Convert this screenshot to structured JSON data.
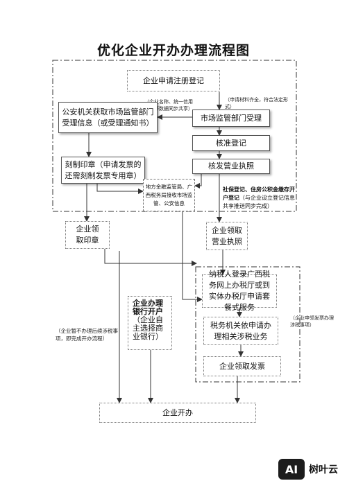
{
  "title": "优化企业开办办理流程图",
  "nodes": {
    "apply": "企业申请注册登记",
    "police_info": "公安机关获取市场监管部门受理信息（或受理通知书）",
    "market_accept": "市场监管部门受理",
    "approve": "核准登记",
    "issue_license": "核发营业执照",
    "seal": "刻制印章（申请发票的还需刻制发票专用章）",
    "finance_receive": "地方金融监管局、广西税务局接收市场监管、公安信息",
    "social_security_bold": "社保登记、住房公积金缴存开户登记",
    "social_security_rest": "（与企业设立登记信息共享推送同步完成）",
    "get_seal": "企业领取印章",
    "get_license": "企业领取营业执照",
    "bank_bold": "企业办理银行开户",
    "bank_rest": "（企业自主选择商业银行）",
    "tax_login": "纳税人登录广西税务网上办税厅或到实体办税厅申请套餐式服务",
    "tax_office": "税务机关依申请办理相关涉税业务",
    "get_invoice": "企业领取发票",
    "done": "企业开办"
  },
  "notes": {
    "info_share": "（企业名称、统一信用代码等数据同步共享）",
    "complete_material": "（申请材料齐全，符合法定形式）",
    "tax_apply": "（企业申领发票办理涉税事项）",
    "no_tax": "（企业暂不办理后续涉税事项，即完成开办流程）"
  },
  "logo": {
    "mark": "AI",
    "text": "树叶云"
  },
  "colors": {
    "line": "#333333",
    "border": "#555555",
    "dotted": "#777777"
  }
}
